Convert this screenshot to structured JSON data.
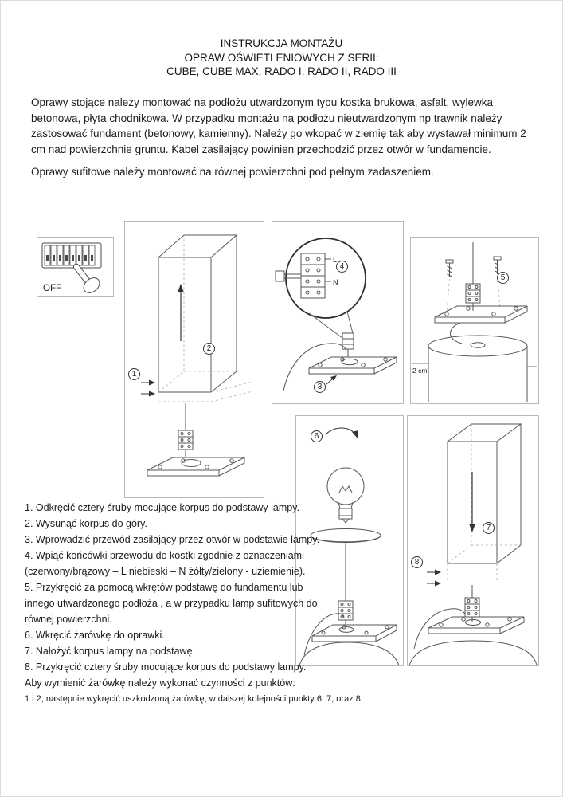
{
  "title": {
    "line1": "INSTRUKCJA MONTAŻU",
    "line2": "OPRAW OŚWIETLENIOWYCH Z SERII:",
    "line3": "CUBE, CUBE MAX, RADO I, RADO II, RADO III"
  },
  "intro": {
    "paragraph1": "Oprawy stojące należy montować na podłożu utwardzonym typu kostka brukowa, asfalt, wylewka betonowa, płyta chodnikowa. W przypadku montażu na podłożu nieutwardzonym np trawnik należy zastosować fundament (betonowy, kamienny). Należy go wkopać w ziemię tak aby wystawał minimum 2 cm nad powierzchnie gruntu. Kabel zasilający powinien przechodzić przez otwór w fundamencie.",
    "paragraph2": "Oprawy sufitowe należy montować na równej powierzchni pod pełnym zadaszeniem."
  },
  "labels": {
    "off": "OFF",
    "terminal_l": "L",
    "terminal_n": "N",
    "depth": "2 cm"
  },
  "markers": [
    "1",
    "2",
    "3",
    "4",
    "5",
    "6",
    "7",
    "8"
  ],
  "steps": [
    "1. Odkręcić cztery śruby mocujące korpus do podstawy lampy.",
    "2. Wysunąć korpus do góry.",
    "3. Wprowadzić przewód zasilający przez otwór w podstawie lampy.",
    "4. Wpiąć końcówki przewodu do kostki zgodnie z oznaczeniami (czerwony/brązowy – L niebieski – N żółty/zielony - uziemienie).",
    "5. Przykręcić za pomocą wkrętów podstawę do fundamentu lub innego utwardzonego podłoża , a w przypadku lamp sufitowych do równej powierzchni.",
    "6. Wkręcić żarówkę do oprawki.",
    "7. Nałożyć korpus lampy na podstawę.",
    "8. Przykręcić cztery śruby mocujące korpus do podstawy lampy."
  ],
  "footer": {
    "line1": "Aby wymienić żarówkę należy wykonać czynności z punktów:",
    "line2": "1 i 2, następnie wykręcić uszkodzoną żarówkę, w dalszej kolejności punkty 6, 7, oraz 8."
  }
}
